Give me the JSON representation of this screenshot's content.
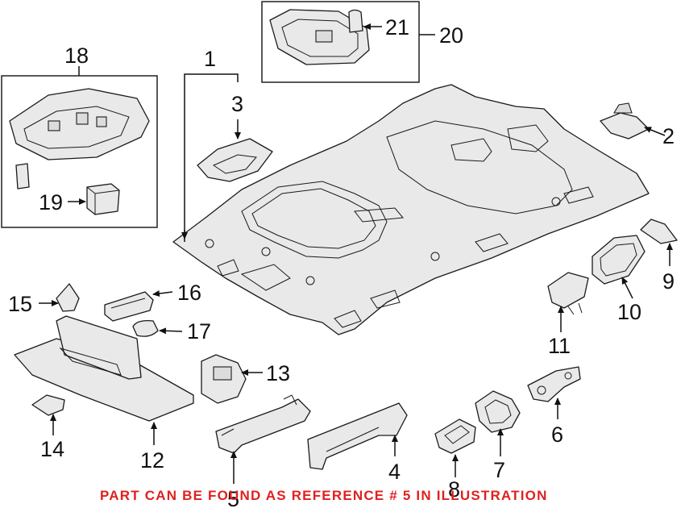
{
  "diagram": {
    "callouts": {
      "c1": "1",
      "c2": "2",
      "c3": "3",
      "c4": "4",
      "c5": "5",
      "c6": "6",
      "c7": "7",
      "c8": "8",
      "c9": "9",
      "c10": "10",
      "c11": "11",
      "c12": "12",
      "c13": "13",
      "c14": "14",
      "c15": "15",
      "c16": "16",
      "c17": "17",
      "c18": "18",
      "c19": "19",
      "c20": "20",
      "c21": "21"
    },
    "footnote": "PART CAN BE FOUND AS REFERENCE # 5 IN ILLUSTRATION",
    "colors": {
      "footnote": "#e02020",
      "line": "#1a1a1a",
      "fill": "#e9e9e9"
    }
  }
}
